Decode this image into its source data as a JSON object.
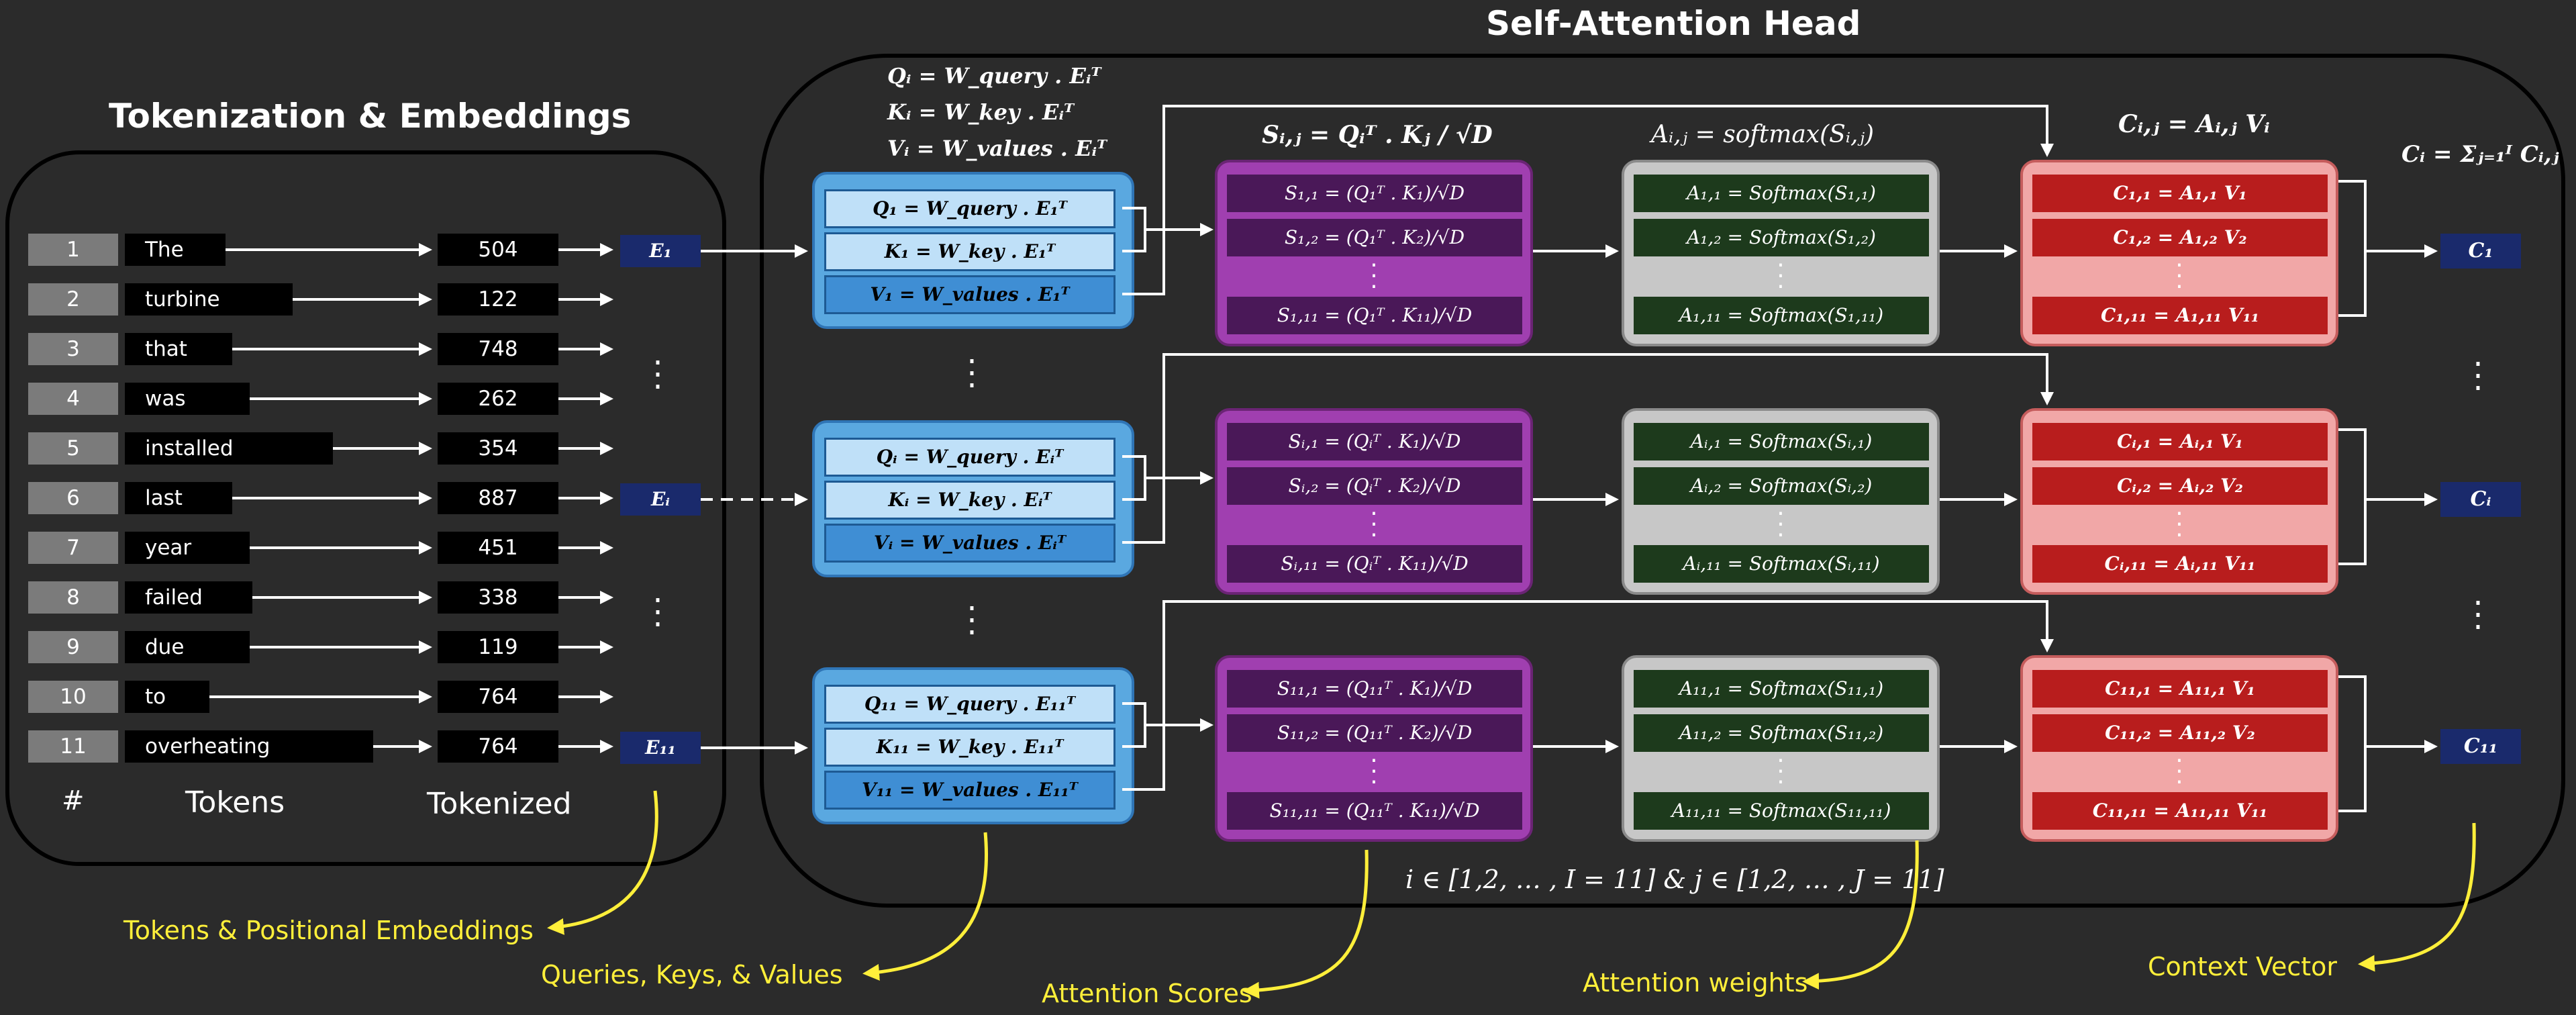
{
  "titles": {
    "tokenization": "Tokenization & Embeddings",
    "attention": "Self-Attention Head"
  },
  "token_table": {
    "col_num": "#",
    "col_tokens": "Tokens",
    "col_tokenized": "Tokenized",
    "rows": [
      {
        "n": "1",
        "token": "The",
        "id": "504"
      },
      {
        "n": "2",
        "token": "turbine",
        "id": "122"
      },
      {
        "n": "3",
        "token": "that",
        "id": "748"
      },
      {
        "n": "4",
        "token": "was",
        "id": "262"
      },
      {
        "n": "5",
        "token": "installed",
        "id": "354"
      },
      {
        "n": "6",
        "token": "last",
        "id": "887"
      },
      {
        "n": "7",
        "token": "year",
        "id": "451"
      },
      {
        "n": "8",
        "token": "failed",
        "id": "338"
      },
      {
        "n": "9",
        "token": "due",
        "id": "119"
      },
      {
        "n": "10",
        "token": "to",
        "id": "764"
      },
      {
        "n": "11",
        "token": "overheating",
        "id": "764"
      }
    ],
    "embeddings": {
      "e1": "E₁",
      "ei": "Eᵢ",
      "e11": "E₁₁"
    }
  },
  "formulas": {
    "qkv_def": [
      "Qᵢ = W_query . Eᵢᵀ",
      "Kᵢ = W_key . Eᵢᵀ",
      "Vᵢ = W_values . Eᵢᵀ"
    ],
    "score_def": "Sᵢ,ⱼ = Qᵢᵀ . Kⱼ / √D",
    "weight_def": "Aᵢ,ⱼ = softmax(Sᵢ,ⱼ)",
    "context_def": "Cᵢ,ⱼ = Aᵢ,ⱼ Vᵢ",
    "sum_def": "Cᵢ = Σⱼ₌₁ᴵ Cᵢ,ⱼ",
    "range_def": "i ∈ [1,2, … , I = 11] & j ∈ [1,2, … , J = 11]"
  },
  "blocks": [
    {
      "qkv": [
        "Q₁ = W_query . E₁ᵀ",
        "K₁ = W_key . E₁ᵀ",
        "V₁ = W_values . E₁ᵀ"
      ],
      "scores": [
        "S₁,₁ = (Q₁ᵀ . K₁)/√D",
        "S₁,₂ = (Q₁ᵀ . K₂)/√D",
        "S₁,₁₁ = (Q₁ᵀ . K₁₁)/√D"
      ],
      "weights": [
        "A₁,₁ = Softmax(S₁,₁)",
        "A₁,₂ = Softmax(S₁,₂)",
        "A₁,₁₁ = Softmax(S₁,₁₁)"
      ],
      "contexts": [
        "C₁,₁ = A₁,₁ V₁",
        "C₁,₂ = A₁,₂ V₂",
        "C₁,₁₁ = A₁,₁₁ V₁₁"
      ],
      "out": "C₁"
    },
    {
      "qkv": [
        "Qᵢ = W_query . Eᵢᵀ",
        "Kᵢ = W_key . Eᵢᵀ",
        "Vᵢ = W_values . Eᵢᵀ"
      ],
      "scores": [
        "Sᵢ,₁ = (Qᵢᵀ . K₁)/√D",
        "Sᵢ,₂ = (Qᵢᵀ . K₂)/√D",
        "Sᵢ,₁₁ = (Qᵢᵀ . K₁₁)/√D"
      ],
      "weights": [
        "Aᵢ,₁ = Softmax(Sᵢ,₁)",
        "Aᵢ,₂ = Softmax(Sᵢ,₂)",
        "Aᵢ,₁₁ = Softmax(Sᵢ,₁₁)"
      ],
      "contexts": [
        "Cᵢ,₁ = Aᵢ,₁ V₁",
        "Cᵢ,₂ = Aᵢ,₂ V₂",
        "Cᵢ,₁₁ = Aᵢ,₁₁ V₁₁"
      ],
      "out": "Cᵢ"
    },
    {
      "qkv": [
        "Q₁₁ = W_query . E₁₁ᵀ",
        "K₁₁ = W_key . E₁₁ᵀ",
        "V₁₁ = W_values . E₁₁ᵀ"
      ],
      "scores": [
        "S₁₁,₁ = (Q₁₁ᵀ . K₁)/√D",
        "S₁₁,₂ = (Q₁₁ᵀ . K₂)/√D",
        "S₁₁,₁₁ = (Q₁₁ᵀ . K₁₁)/√D"
      ],
      "weights": [
        "A₁₁,₁ = Softmax(S₁₁,₁)",
        "A₁₁,₂ = Softmax(S₁₁,₂)",
        "A₁₁,₁₁ = Softmax(S₁₁,₁₁)"
      ],
      "contexts": [
        "C₁₁,₁ = A₁₁,₁ V₁",
        "C₁₁,₂ = A₁₁,₂ V₂",
        "C₁₁,₁₁ = A₁₁,₁₁ V₁₁"
      ],
      "out": "C₁₁"
    }
  ],
  "captions": {
    "embeddings": "Tokens & Positional Embeddings",
    "qkv": "Queries, Keys, & Values",
    "scores": "Attention Scores",
    "weights": "Attention weights",
    "context": "Context Vector"
  },
  "colors": {
    "background": "#2b2b2b",
    "qkv_fill": "#5aa8e0",
    "score_fill": "#a03fb0",
    "weight_fill": "#c7c7c7",
    "context_fill": "#f1a7a7",
    "embedding_fill": "#1a2a6c",
    "caption": "#ffef3a"
  }
}
